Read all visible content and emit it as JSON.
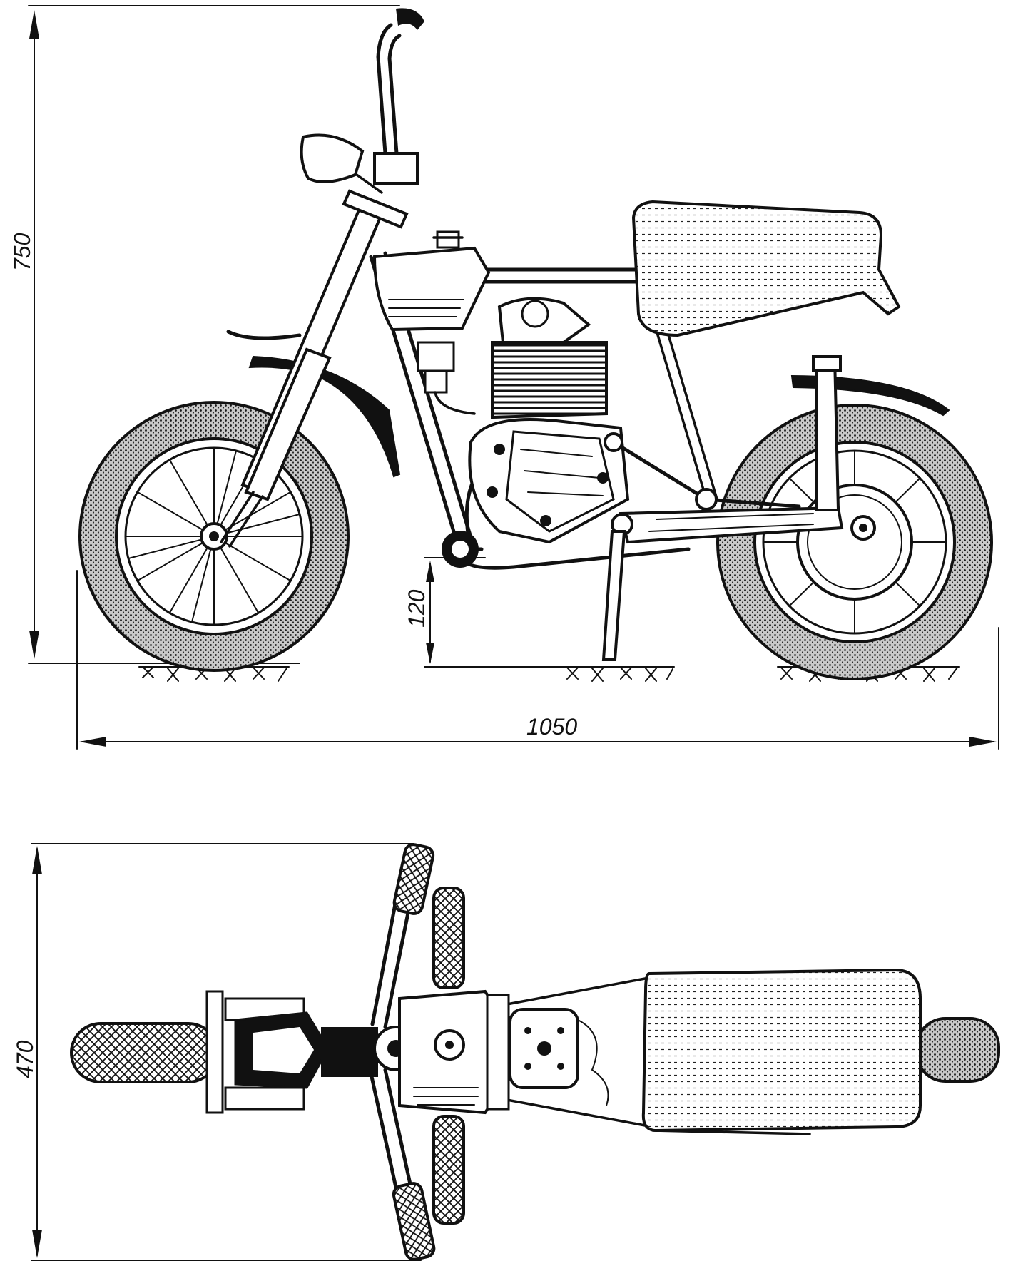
{
  "dimensions": {
    "side_height": "750",
    "ground_clearance": "120",
    "overall_length": "1050",
    "overall_width": "470"
  },
  "colors": {
    "ink": "#111111",
    "paper": "#ffffff",
    "tire_fill": "#bdbdbd",
    "seat_fill": "#e6e6e6"
  }
}
